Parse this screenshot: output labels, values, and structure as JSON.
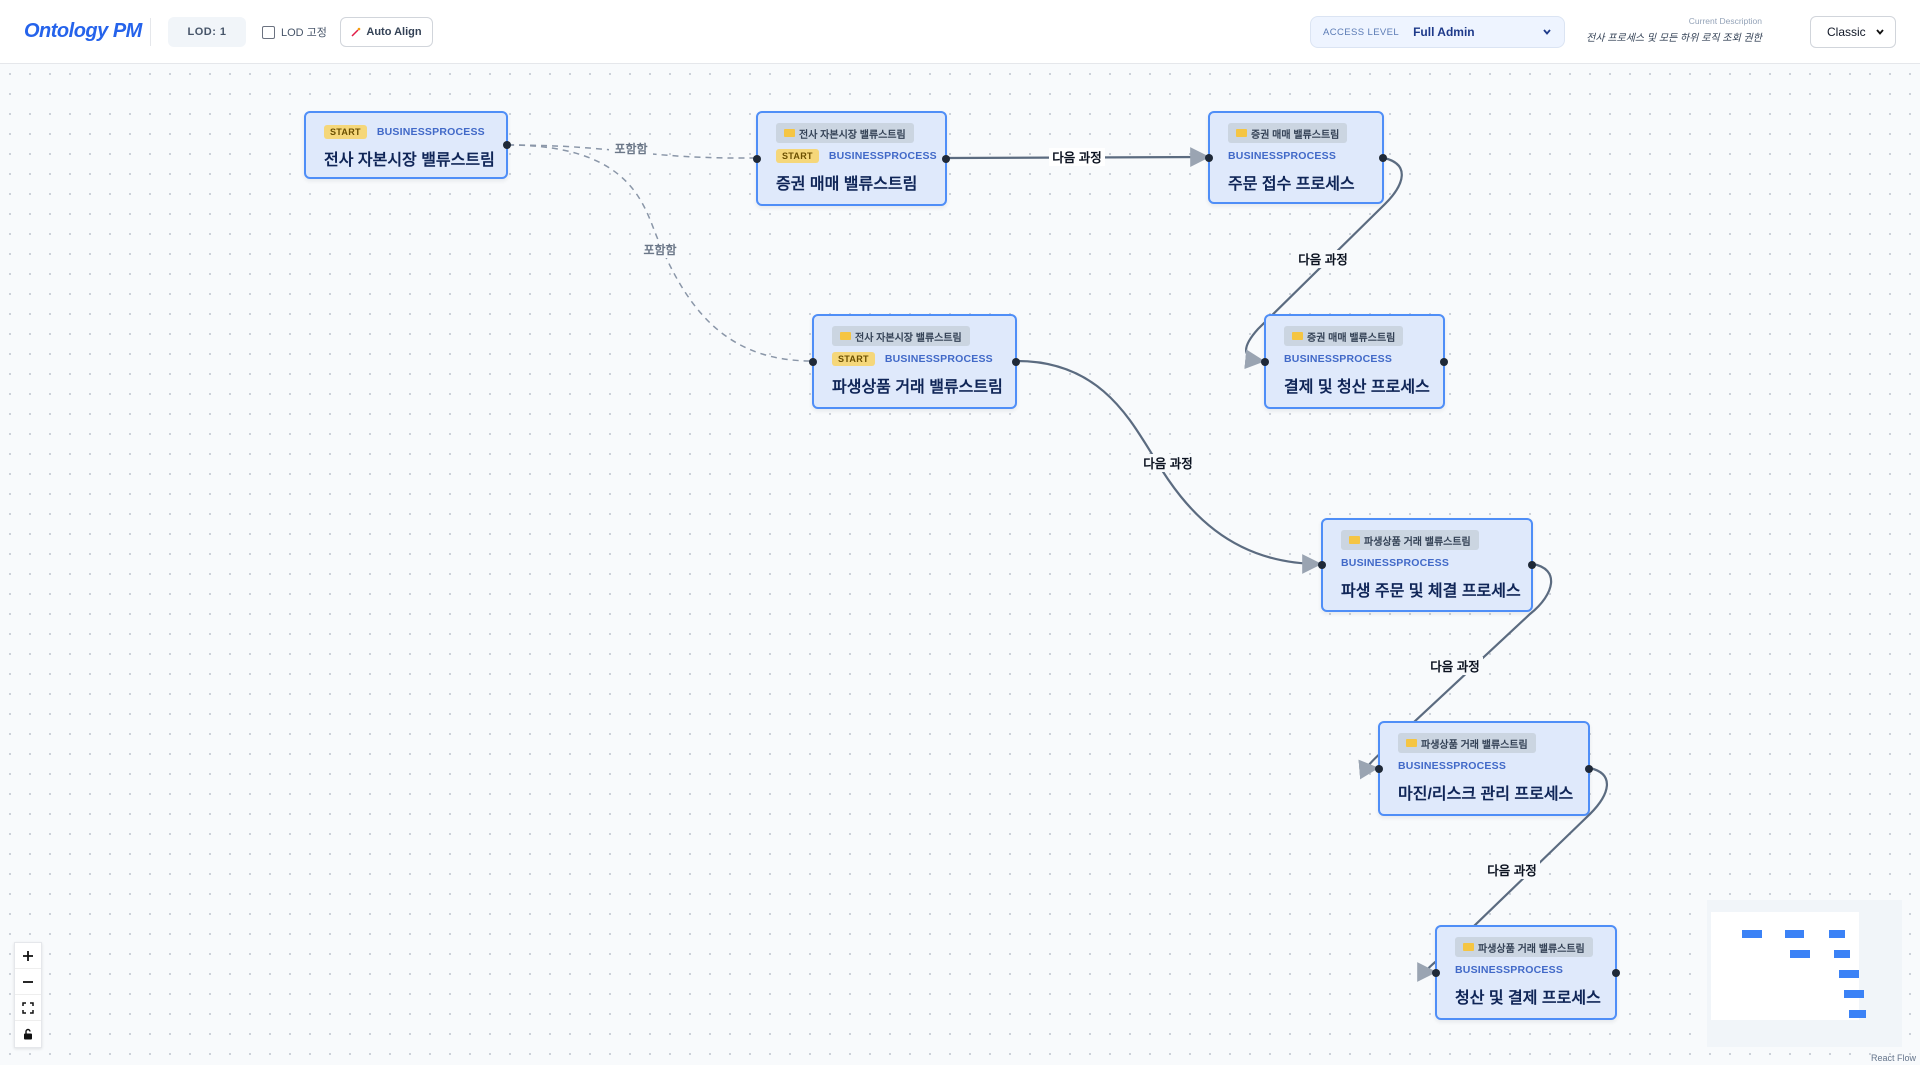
{
  "app": {
    "title": "Ontology PM"
  },
  "toolbar": {
    "lod_badge": "LOD: 1",
    "lod_fix_label": "LOD 고정",
    "auto_align_label": "Auto Align",
    "access_label": "ACCESS LEVEL",
    "access_value": "Full Admin",
    "description_label": "Current Description",
    "description_text": "전사 프로세스 및 모든 하위 로직 조회 권한",
    "theme_value": "Classic"
  },
  "nodes": [
    {
      "id": "n1",
      "parent": "",
      "start": "START",
      "type": "BUSINESSPROCESS",
      "title": "전사 자본시장 밸류스트림"
    },
    {
      "id": "n2",
      "parent": "전사 자본시장 밸류스트림",
      "start": "START",
      "type": "BUSINESSPROCESS",
      "title": "증권 매매 밸류스트림"
    },
    {
      "id": "n3",
      "parent": "증권 매매 밸류스트림",
      "start": "",
      "type": "BUSINESSPROCESS",
      "title": "주문 접수 프로세스"
    },
    {
      "id": "n4",
      "parent": "증권 매매 밸류스트림",
      "start": "",
      "type": "BUSINESSPROCESS",
      "title": "결제 및 청산 프로세스"
    },
    {
      "id": "n5",
      "parent": "전사 자본시장 밸류스트림",
      "start": "START",
      "type": "BUSINESSPROCESS",
      "title": "파생상품 거래 밸류스트림"
    },
    {
      "id": "n6",
      "parent": "파생상품 거래 밸류스트림",
      "start": "",
      "type": "BUSINESSPROCESS",
      "title": "파생 주문 및 체결 프로세스"
    },
    {
      "id": "n7",
      "parent": "파생상품 거래 밸류스트림",
      "start": "",
      "type": "BUSINESSPROCESS",
      "title": "마진/리스크 관리 프로세스"
    },
    {
      "id": "n8",
      "parent": "파생상품 거래 밸류스트림",
      "start": "",
      "type": "BUSINESSPROCESS",
      "title": "청산 및 결제 프로세스"
    }
  ],
  "edges": [
    {
      "from": "n1",
      "to": "n2",
      "label": "포함함",
      "kind": "contains"
    },
    {
      "from": "n1",
      "to": "n5",
      "label": "포함함",
      "kind": "contains"
    },
    {
      "from": "n2",
      "to": "n3",
      "label": "다음 과정",
      "kind": "next"
    },
    {
      "from": "n3",
      "to": "n4",
      "label": "다음 과정",
      "kind": "next"
    },
    {
      "from": "n5",
      "to": "n6",
      "label": "다음 과정",
      "kind": "next"
    },
    {
      "from": "n6",
      "to": "n7",
      "label": "다음 과정",
      "kind": "next"
    },
    {
      "from": "n7",
      "to": "n8",
      "label": "다음 과정",
      "kind": "next"
    }
  ],
  "controls": [
    "zoom-in",
    "zoom-out",
    "fit-view",
    "lock"
  ],
  "attribution": "React Flow",
  "colors": {
    "accent": "#2563eb",
    "node_border": "#4f8ef7",
    "node_bg": "#dfe9fb",
    "start_badge": "#f5d77a",
    "edge": "#5b6b80"
  }
}
